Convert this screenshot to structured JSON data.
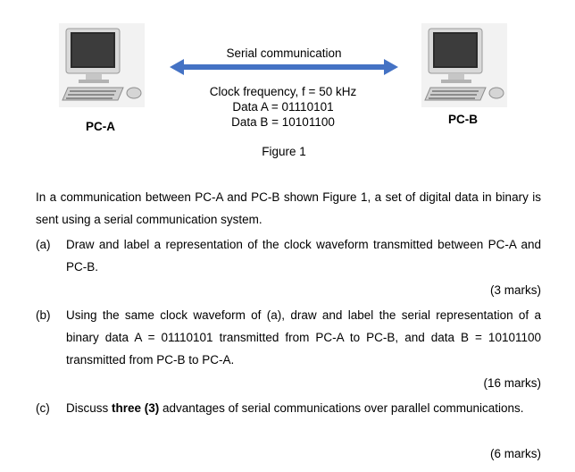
{
  "figure": {
    "arrow_label": "Serial communication",
    "clock": "Clock frequency, f = 50 kHz",
    "data_a": "Data A = 01110101",
    "data_b": "Data B = 10101100",
    "caption": "Figure 1",
    "pc_a": "PC-A",
    "pc_b": "PC-B",
    "icons": [
      "computer-icon",
      "computer-icon"
    ],
    "arrow_color": "#4472c4"
  },
  "intro": "In a communication between PC-A and PC-B shown Figure 1, a set of digital data in binary is sent using a serial communication system.",
  "questions": [
    {
      "tag": "(a)",
      "text": "Draw and label a representation of the clock waveform transmitted between PC-A and PC-B.",
      "marks": "(3 marks)"
    },
    {
      "tag": "(b)",
      "text": "Using the same clock waveform of (a), draw and label the serial representation of a binary data A = 01110101 transmitted from PC-A to PC-B, and data B = 10101100 transmitted from PC-B to PC-A.",
      "marks": "(16 marks)"
    },
    {
      "tag": "(c)",
      "text_before": "Discuss ",
      "text_bold": "three (3)",
      "text_after": " advantages of serial communications over parallel communications.",
      "marks": "(6 marks)"
    }
  ]
}
